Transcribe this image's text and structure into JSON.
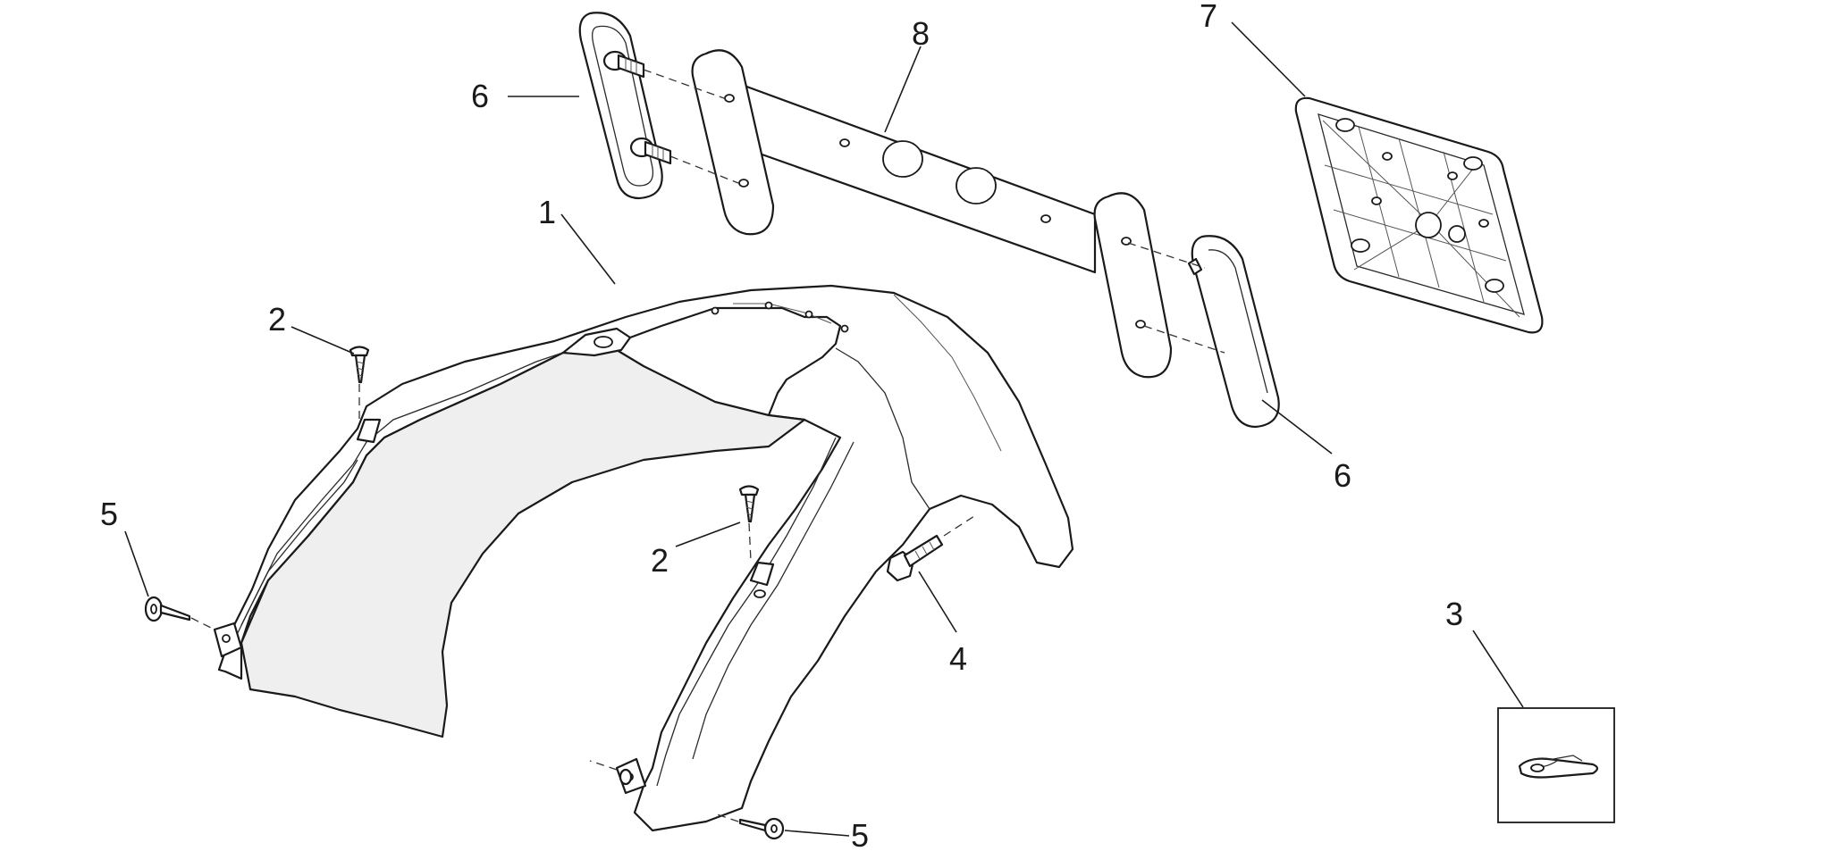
{
  "callouts": {
    "c1": "1",
    "c2a": "2",
    "c2b": "2",
    "c3": "3",
    "c4": "4",
    "c5a": "5",
    "c5b": "5",
    "c6a": "6",
    "c6b": "6",
    "c7": "7",
    "c8": "8"
  },
  "colors": {
    "line": "#1a1a1a",
    "background": "#ffffff"
  }
}
